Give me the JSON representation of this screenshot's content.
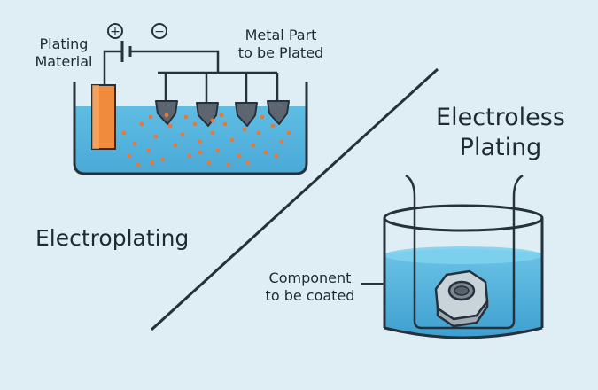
{
  "electroplating": {
    "title": "Electroplating",
    "plating_material_label": [
      "Plating",
      "Material"
    ],
    "metal_part_label": [
      "Metal Part",
      "to be Plated"
    ],
    "positive_symbol": "+",
    "negative_symbol": "−"
  },
  "electroless": {
    "title": [
      "Electroless",
      "Plating"
    ],
    "component_label": [
      "Component",
      "to be coated"
    ]
  },
  "colors": {
    "background": "#deeef4",
    "solution": "#5bb8df",
    "solution_dark": "#3b9fcf",
    "anode": "#f08a3c",
    "particles": "#e8773a",
    "parts": "#5c6570",
    "outline": "#26313b",
    "nut": "#c9d3da"
  },
  "icons": {
    "anode": "copper-plate",
    "parts": "cone-shaped-metal-parts",
    "component": "hex-nut"
  }
}
